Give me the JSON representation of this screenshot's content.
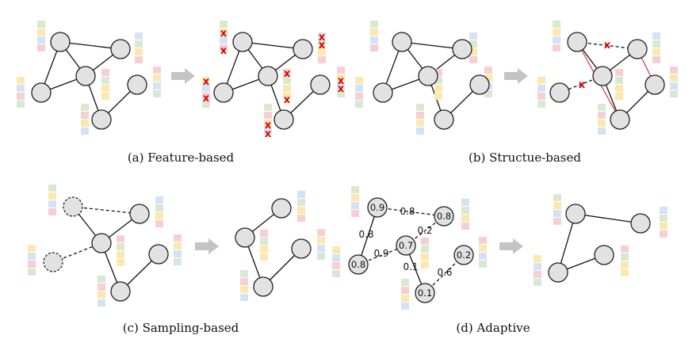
{
  "captions": {
    "a": "(a)  Feature-based",
    "b": "(b)  Structue-based",
    "c": "(c)  Sampling-based",
    "d": "(d)  Adaptive"
  },
  "mark_symbol": "x",
  "colors": {
    "node_fill": "#e2e2e2",
    "node_stroke": "#222222",
    "edge": "#111111",
    "highlight_edge": "#e02020",
    "arrow": "#c4c4c4",
    "feature_colors": [
      "#d9e8d0",
      "#fde7b0",
      "#d5e2f5",
      "#f7cfd2"
    ]
  },
  "adaptive": {
    "node_weights": [
      "0.9",
      "0.8",
      "0.7",
      "0.8",
      "0.2",
      "0.1"
    ],
    "edge_weights": [
      "0.8",
      "0.8",
      "0.2",
      "0.9",
      "0.1",
      "0.6"
    ]
  }
}
